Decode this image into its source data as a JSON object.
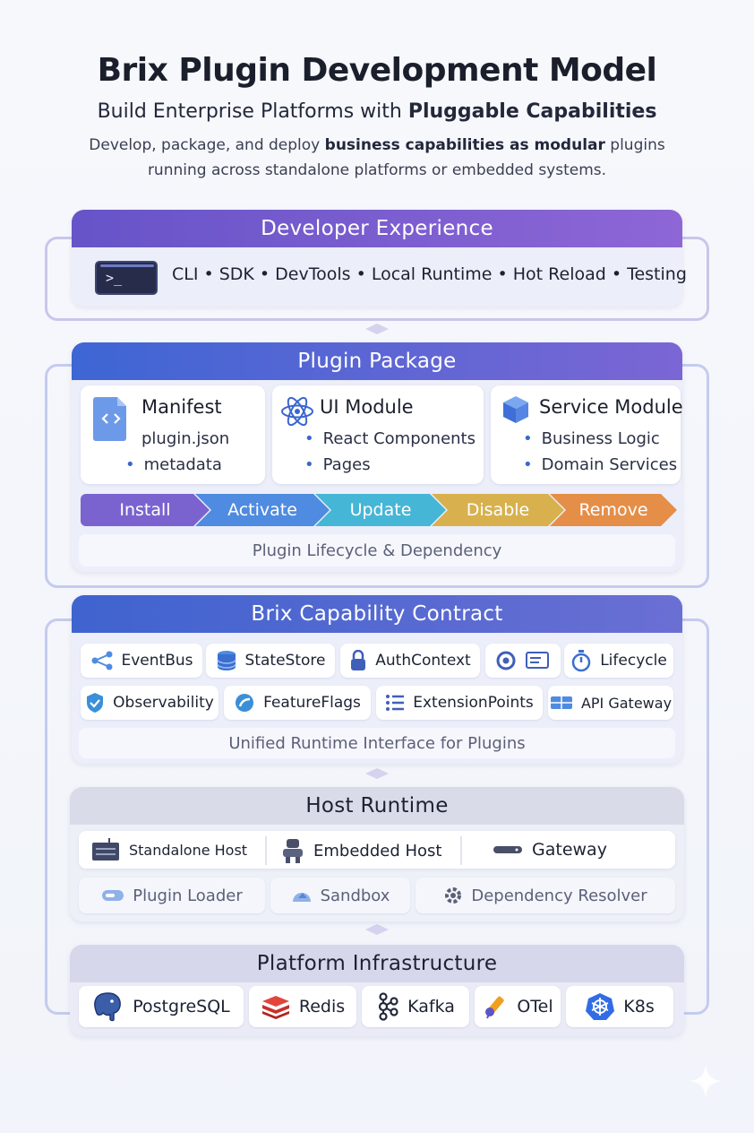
{
  "header": {
    "title": "Brix Plugin Development Model",
    "subtitle_prefix": "Build Enterprise Platforms with ",
    "subtitle_bold": "Pluggable Capabilities",
    "desc_line1_prefix": "Develop, package, and deploy ",
    "desc_line1_bold": "business capabilities as modular",
    "desc_line1_suffix": " plugins",
    "desc_line2": "running across standalone platforms or embedded systems."
  },
  "developer_experience": {
    "title": "Developer Experience",
    "terminal_prompt": ">_",
    "tools_text": "CLI • SDK • DevTools • Local Runtime • Hot Reload • Testing"
  },
  "plugin_package": {
    "title": "Plugin Package",
    "manifest": {
      "title": "Manifest",
      "file": "plugin.json",
      "item": "metadata"
    },
    "ui_module": {
      "title": "UI Module",
      "items": [
        "React Components",
        "Pages"
      ]
    },
    "service_module": {
      "title": "Service Module",
      "items": [
        "Business Logic",
        "Domain Services"
      ]
    },
    "lifecycle": [
      {
        "label": "Install",
        "color": "#7a63cf"
      },
      {
        "label": "Activate",
        "color": "#4f8be0"
      },
      {
        "label": "Update",
        "color": "#46b6d6"
      },
      {
        "label": "Disable",
        "color": "#d8b14e"
      },
      {
        "label": "Remove",
        "color": "#e58e48"
      }
    ],
    "footer": "Plugin Lifecycle & Dependency"
  },
  "capability_contract": {
    "title": "Brix Capability Contract",
    "row1": [
      {
        "label": "EventBus",
        "icon": "share-icon"
      },
      {
        "label": "StateStore",
        "icon": "database-icon"
      },
      {
        "label": "AuthContext",
        "icon": "lock-icon"
      },
      {
        "label": "",
        "icon": "settings-icon"
      },
      {
        "label": "Lifecycle",
        "icon": "timer-icon"
      }
    ],
    "row2": [
      {
        "label": "Observability",
        "icon": "shield-icon"
      },
      {
        "label": "FeatureFlags",
        "icon": "flag-icon"
      },
      {
        "label": "ExtensionPoints",
        "icon": "list-icon"
      },
      {
        "label": "API Gateway",
        "icon": "gateway-icon"
      }
    ],
    "footer": "Unified Runtime Interface for Plugins"
  },
  "host_runtime": {
    "title": "Host Runtime",
    "hosts": [
      {
        "label": "Standalone Host",
        "icon": "server-icon"
      },
      {
        "label": "Embedded Host",
        "icon": "robot-icon"
      },
      {
        "label": "Gateway",
        "icon": "gateway-bar-icon"
      }
    ],
    "services": [
      {
        "label": "Plugin Loader",
        "icon": "loader-icon"
      },
      {
        "label": "Sandbox",
        "icon": "sandbox-icon"
      },
      {
        "label": "Dependency Resolver",
        "icon": "gear-icon"
      }
    ]
  },
  "platform_infrastructure": {
    "title": "Platform Infrastructure",
    "items": [
      {
        "label": "PostgreSQL",
        "icon": "postgresql-icon"
      },
      {
        "label": "Redis",
        "icon": "redis-icon"
      },
      {
        "label": "Kafka",
        "icon": "kafka-icon"
      },
      {
        "label": "OTel",
        "icon": "telescope-icon"
      },
      {
        "label": "K8s",
        "icon": "kubernetes-icon"
      }
    ]
  }
}
